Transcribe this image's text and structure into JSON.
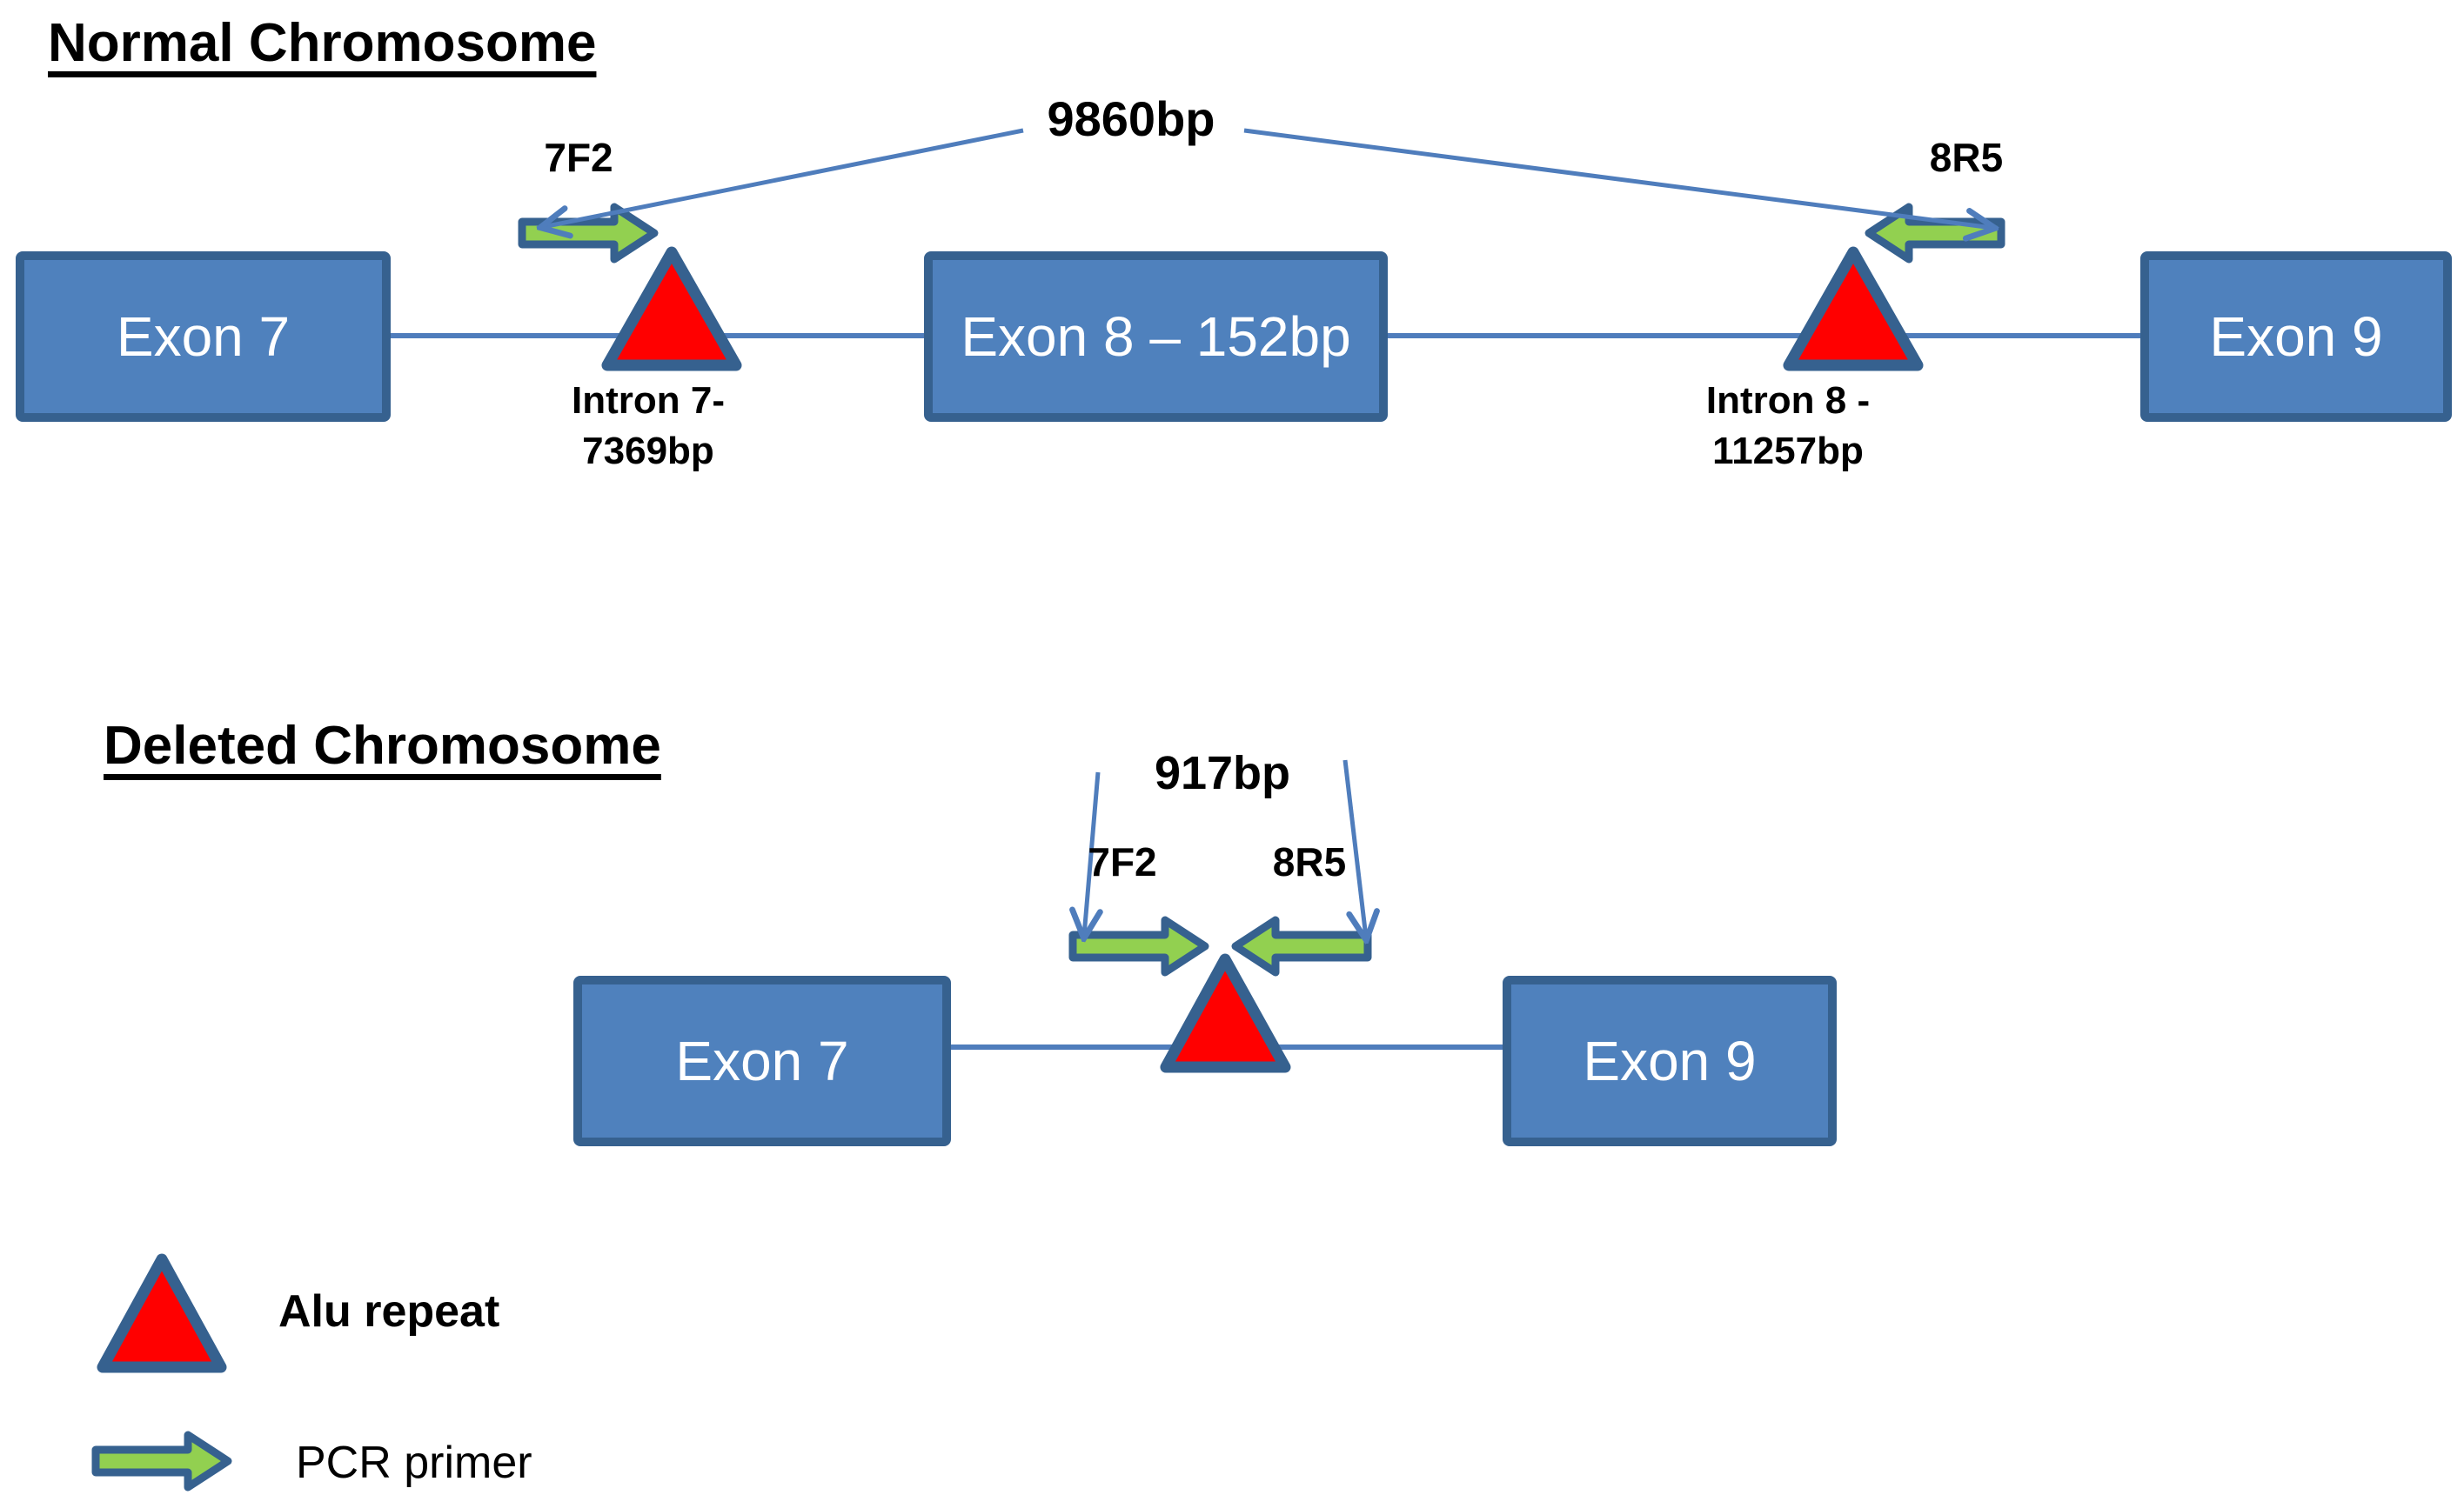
{
  "colors": {
    "exon_fill": "#4F81BD",
    "exon_border": "#36618F",
    "exon_text": "#FFFFFF",
    "line_blue": "#4F7DBC",
    "primer_green": "#92D050",
    "primer_border": "#36618F",
    "alu_red": "#FF0000",
    "alu_border": "#36618F",
    "text_black": "#000000"
  },
  "normal_section": {
    "title": "Normal Chromosome",
    "product_size_label": "9860bp",
    "forward_primer_label": "7F2",
    "reverse_primer_label": "8R5",
    "exon7_label": "Exon 7",
    "exon8_label": "Exon 8 – 152bp",
    "exon9_label": "Exon 9",
    "intron7_line1": "Intron 7-",
    "intron7_line2": "7369bp",
    "intron8_line1": "Intron 8 -",
    "intron8_line2": "11257bp"
  },
  "deleted_section": {
    "title": "Deleted Chromosome",
    "product_size_label": "917bp",
    "forward_primer_label": "7F2",
    "reverse_primer_label": "8R5",
    "exon7_label": "Exon 7",
    "exon9_label": "Exon 9"
  },
  "legend": {
    "alu_repeat_label": "Alu repeat",
    "pcr_primer_label": "PCR primer"
  }
}
